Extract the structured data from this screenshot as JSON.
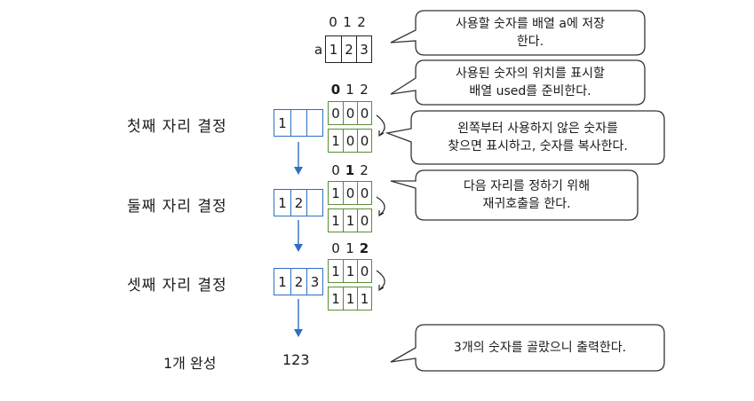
{
  "array_a": {
    "name": "a",
    "indices": [
      "0",
      "1",
      "2"
    ],
    "values": [
      "1",
      "2",
      "3"
    ]
  },
  "stages": [
    {
      "label": "첫째 자리 결정",
      "result": [
        "1",
        "",
        ""
      ],
      "indices": [
        "0",
        "1",
        "2"
      ],
      "bold_index": 0,
      "used_before": [
        "0",
        "0",
        "0"
      ],
      "used_after": [
        "1",
        "0",
        "0"
      ]
    },
    {
      "label": "둘째 자리 결정",
      "result": [
        "1",
        "2",
        ""
      ],
      "indices": [
        "0",
        "1",
        "2"
      ],
      "bold_index": 1,
      "used_before": [
        "1",
        "0",
        "0"
      ],
      "used_after": [
        "1",
        "1",
        "0"
      ]
    },
    {
      "label": "셋째 자리 결정",
      "result": [
        "1",
        "2",
        "3"
      ],
      "indices": [
        "0",
        "1",
        "2"
      ],
      "bold_index": 2,
      "used_before": [
        "1",
        "1",
        "0"
      ],
      "used_after": [
        "1",
        "1",
        "1"
      ]
    }
  ],
  "final": {
    "label": "1개 완성",
    "value": "123"
  },
  "callouts": [
    "사용할 숫자를 배열 a에 저장\n한다.",
    "사용된 숫자의 위치를 표시할\n배열 used를 준비한다.",
    "왼쪽부터 사용하지 않은 숫자를\n찾으면 표시하고, 숫자를 복사한다.",
    "다음 자리를 정하기 위해\n재귀호출을 한다.",
    "3개의 숫자를 골랐으니 출력한다."
  ],
  "colors": {
    "used_border": "#5a8c3a",
    "result_border": "#2e6fc2",
    "arrow": "#2e6fc2",
    "bubble_border": "#333333"
  }
}
